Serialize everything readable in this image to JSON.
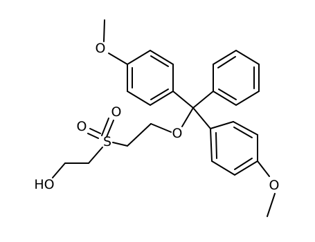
{
  "molecule": {
    "atoms": {
      "methoxy_o_top": "O",
      "methoxy_o_bottom": "O",
      "ether_o": "O",
      "sulfur": "S",
      "sulfonyl_o_upper": "O",
      "sulfonyl_o_left": "O",
      "hydroxyl": "HO"
    }
  },
  "colors": {
    "bond": "#000000",
    "label": "#000000",
    "background": "#ffffff"
  }
}
